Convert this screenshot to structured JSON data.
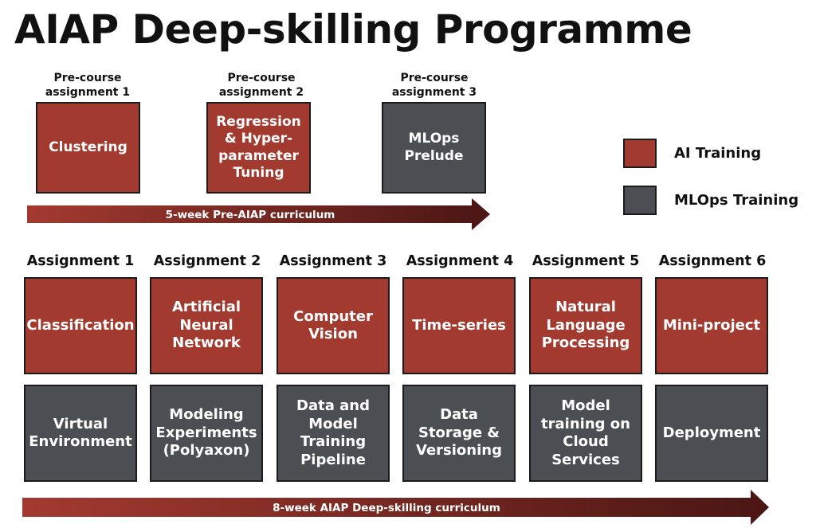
{
  "title": "AIAP Deep-skilling Programme",
  "pre_course": [
    {
      "label": "Pre-course assignment 1",
      "box": "Clustering",
      "track": "ai"
    },
    {
      "label": "Pre-course assignment 2",
      "box": "Regression & Hyper-parameter Tuning",
      "track": "ai"
    },
    {
      "label": "Pre-course assignment 3",
      "box": "MLOps Prelude",
      "track": "mlops"
    }
  ],
  "pre_arrow_label": "5-week Pre-AIAP curriculum",
  "legend": [
    {
      "label": "AI Training",
      "color": "#a33a30"
    },
    {
      "label": "MLOps Training",
      "color": "#4b4e52"
    }
  ],
  "assignments": [
    {
      "label": "Assignment 1",
      "ai": "Classification",
      "mlops": "Virtual Environment"
    },
    {
      "label": "Assignment 2",
      "ai": "Artificial Neural Network",
      "mlops": "Modeling Experiments (Polyaxon)"
    },
    {
      "label": "Assignment 3",
      "ai": "Computer Vision",
      "mlops": "Data and Model Training Pipeline"
    },
    {
      "label": "Assignment 4",
      "ai": "Time-series",
      "mlops": "Data Storage & Versioning"
    },
    {
      "label": "Assignment 5",
      "ai": "Natural Language Processing",
      "mlops": "Model training on Cloud Services"
    },
    {
      "label": "Assignment 6",
      "ai": "Mini-project",
      "mlops": "Deployment"
    }
  ],
  "main_arrow_label": "8-week AIAP Deep-skilling curriculum",
  "colors": {
    "ai": "#a33a30",
    "mlops": "#4b4e52",
    "arrow_start": "#a33a30",
    "arrow_end": "#4a1614"
  }
}
